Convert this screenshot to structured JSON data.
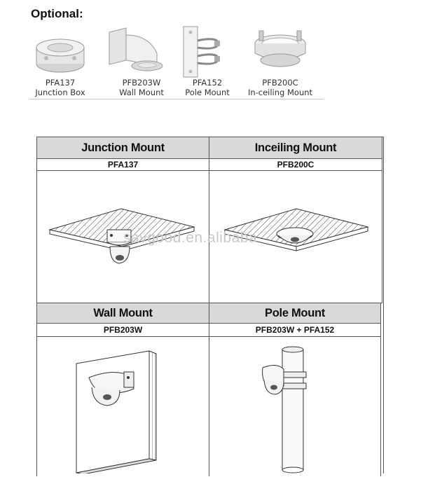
{
  "optional": {
    "title": "Optional:"
  },
  "accessories": [
    {
      "code": "PFA137",
      "name": "Junction Box",
      "icon": "junction-box-icon"
    },
    {
      "code": "PFB203W",
      "name": "Wall Mount",
      "icon": "wall-mount-icon"
    },
    {
      "code": "PFA152",
      "name": "Pole Mount",
      "icon": "pole-mount-icon"
    },
    {
      "code": "PFB200C",
      "name": "In-ceiling Mount",
      "icon": "in-ceiling-mount-icon"
    }
  ],
  "mounts": [
    {
      "title": "Junction Mount",
      "model": "PFA137"
    },
    {
      "title": "Inceiling Mount",
      "model": "PFB200C"
    },
    {
      "title": "Wall Mount",
      "model": "PFB203W"
    },
    {
      "title": "Pole Mount",
      "model": "PFB203W + PFA152"
    }
  ],
  "watermark": "savgood.en.alibaba"
}
